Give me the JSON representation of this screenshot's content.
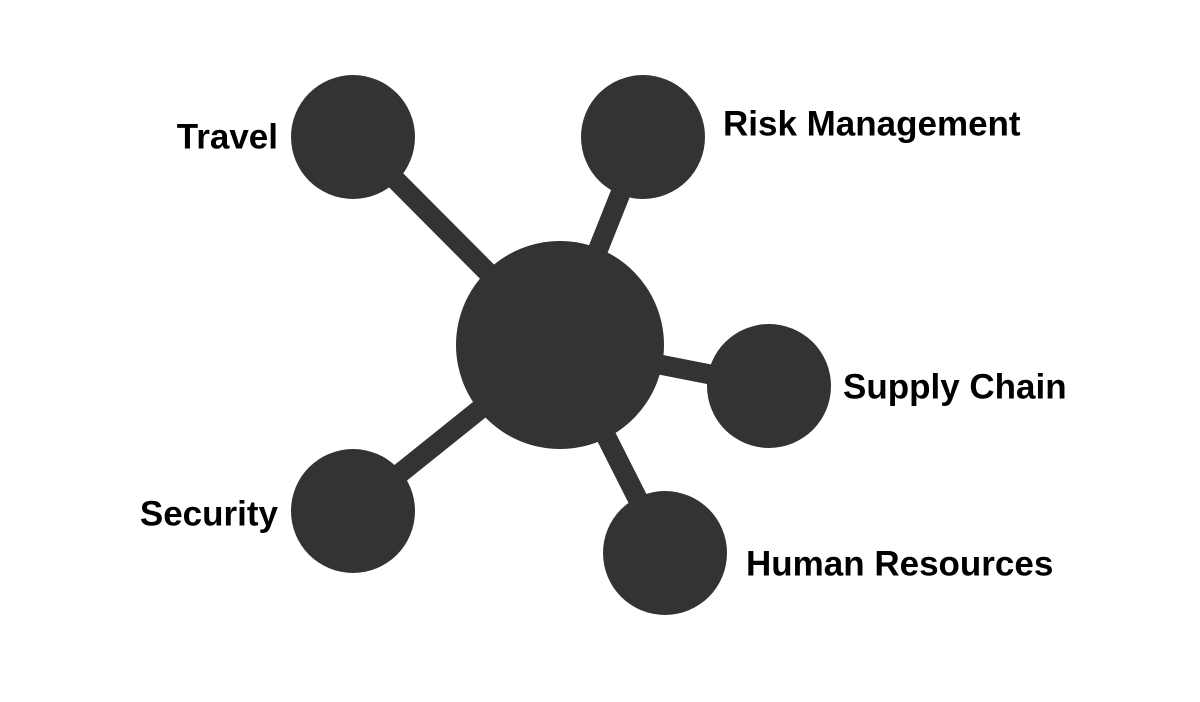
{
  "colors": {
    "node": "#333333",
    "label": "#000000",
    "background": "#ffffff"
  },
  "hub": {
    "name": "hub-node"
  },
  "nodes": [
    {
      "id": "travel",
      "label": "Travel"
    },
    {
      "id": "risk-management",
      "label": "Risk Management"
    },
    {
      "id": "supply-chain",
      "label": "Supply Chain"
    },
    {
      "id": "security",
      "label": "Security"
    },
    {
      "id": "human-resources",
      "label": "Human Resources"
    }
  ]
}
